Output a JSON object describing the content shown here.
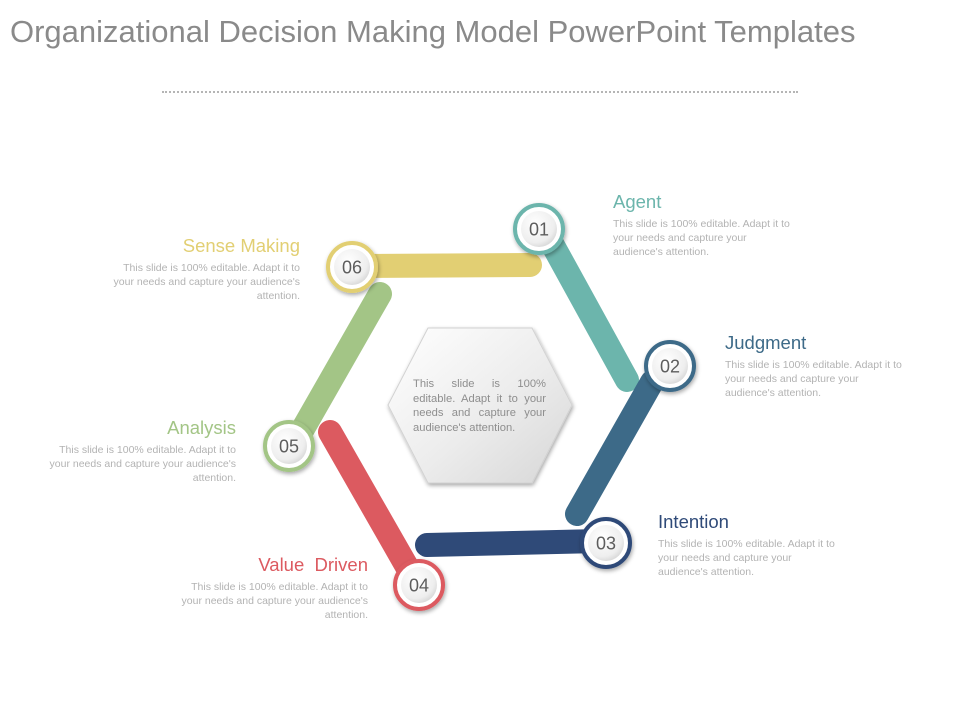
{
  "slide": {
    "title": "Organizational Decision Making Model PowerPoint Templates",
    "center_text": "This slide is 100% editable. Adapt it to your needs and capture your audience's attention."
  },
  "steps": [
    {
      "number": "01",
      "title": "Agent",
      "description": "This slide is 100% editable. Adapt it to your needs and capture your audience's attention.",
      "color": "#6cb5ac"
    },
    {
      "number": "02",
      "title": "Judgment",
      "description": "This slide is 100% editable. Adapt it to your needs and capture your audience's attention.",
      "color": "#3d6a88"
    },
    {
      "number": "03",
      "title": "Intention",
      "description": "This slide is 100% editable. Adapt it to your needs and capture your audience's attention.",
      "color": "#2f4a78"
    },
    {
      "number": "04",
      "title": "Value  Driven",
      "description": "This slide is 100% editable. Adapt it to your needs and capture your audience's attention.",
      "color": "#dc5a60"
    },
    {
      "number": "05",
      "title": "Analysis",
      "description": "This slide is 100% editable. Adapt it to your needs and capture your audience's attention.",
      "color": "#a3c586"
    },
    {
      "number": "06",
      "title": "Sense Making",
      "description": "This slide is 100% editable. Adapt it to your needs and capture your audience's attention.",
      "color": "#e2cf73"
    }
  ]
}
